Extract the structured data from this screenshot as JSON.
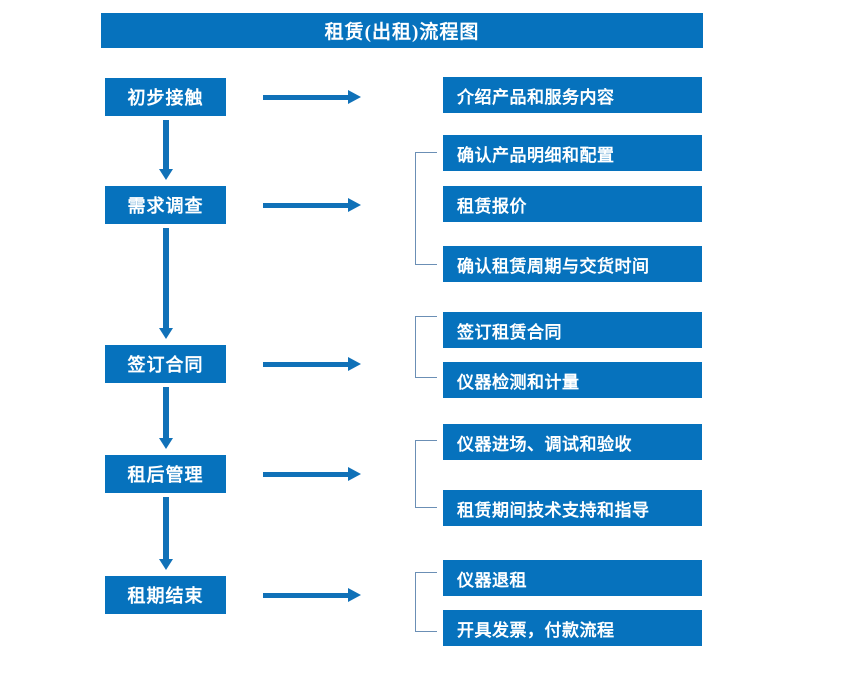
{
  "page": {
    "title": "租赁(出租)流程图",
    "accent_color": "#0672BD",
    "arrow_color": "#1071B8",
    "bracket_color": "#6B8FB5",
    "background_color": "#FFFFFF"
  },
  "stages": [
    {
      "id": "stage-1",
      "label": "初步接触"
    },
    {
      "id": "stage-2",
      "label": "需求调查"
    },
    {
      "id": "stage-3",
      "label": "签订合同"
    },
    {
      "id": "stage-4",
      "label": "租后管理"
    },
    {
      "id": "stage-5",
      "label": "租期结束"
    }
  ],
  "details": {
    "group1": [
      {
        "label": "介绍产品和服务内容"
      }
    ],
    "group2": [
      {
        "label": "确认产品明细和配置"
      },
      {
        "label": "租赁报价"
      },
      {
        "label": "确认租赁周期与交货时间"
      }
    ],
    "group3": [
      {
        "label": "签订租赁合同"
      },
      {
        "label": "仪器检测和计量"
      }
    ],
    "group4": [
      {
        "label": "仪器进场、调试和验收"
      },
      {
        "label": "租赁期间技术支持和指导"
      }
    ],
    "group5": [
      {
        "label": "仪器退租"
      },
      {
        "label": "开具发票，付款流程"
      }
    ]
  }
}
